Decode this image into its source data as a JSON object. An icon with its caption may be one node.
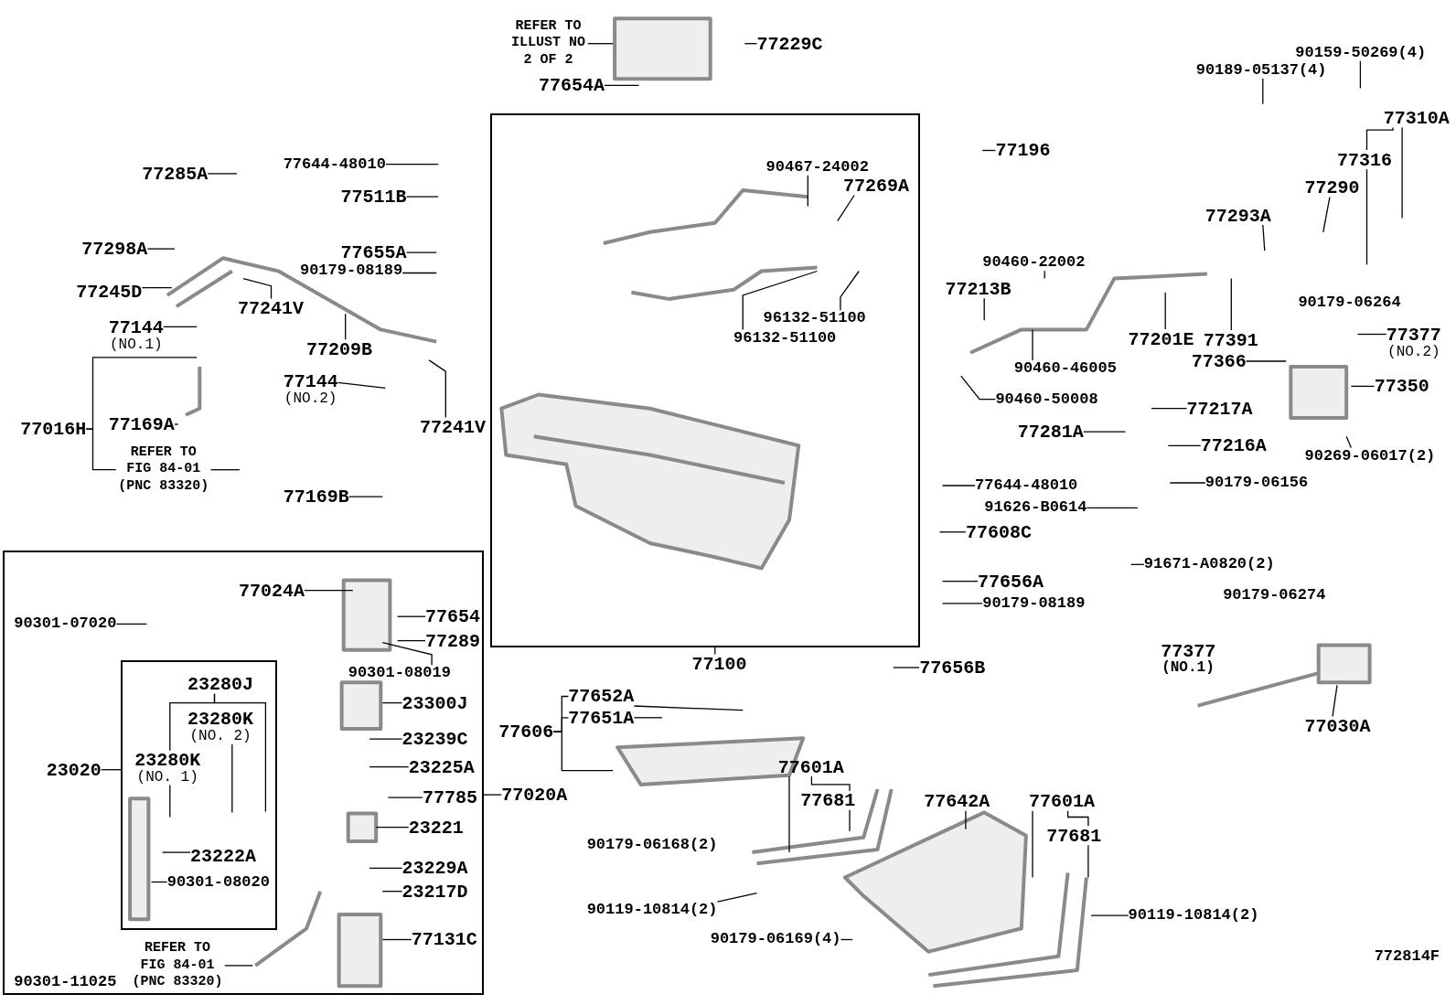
{
  "diagram": {
    "nodes": [
      {
        "text": [
          "REFER TO ILLUST NO 2 OF 2"
        ]
      },
      {
        "text": [
          "77229C"
        ]
      },
      {
        "text": [
          "77654A"
        ]
      },
      {
        "text": [],
        "shape": "box"
      },
      {
        "text": [
          "90467-24002"
        ],
        "in": 3
      },
      {
        "text": [
          "77269A"
        ],
        "in": 3
      },
      {
        "text": [
          "96132-51100"
        ],
        "in": 3
      },
      {
        "text": [
          "96132-51100"
        ],
        "in": 3
      },
      {
        "text": [
          "77100"
        ]
      },
      {
        "text": [
          "77285A"
        ]
      },
      {
        "text": [
          "77644-48010"
        ]
      },
      {
        "text": [
          "77511B"
        ]
      },
      {
        "text": [
          "77298A"
        ]
      },
      {
        "text": [
          "77655A"
        ]
      },
      {
        "text": [
          "90179-08189"
        ]
      },
      {
        "text": [
          "77245D"
        ]
      },
      {
        "text": [
          "77241V"
        ]
      },
      {
        "text": [
          "77209B"
        ]
      },
      {
        "text": [
          "77144",
          "(NO.1)"
        ]
      },
      {
        "text": [
          "77016H"
        ]
      },
      {
        "text": [
          "REFER TO FIG 84-01 (PNC 83320)"
        ]
      },
      {
        "text": [
          "77169A"
        ]
      },
      {
        "text": [
          "77144",
          "(NO.2)"
        ]
      },
      {
        "text": [
          "77241V"
        ]
      },
      {
        "text": [
          "77169B"
        ]
      },
      {
        "text": [
          "77196"
        ]
      },
      {
        "text": [
          "90159-50269(4)"
        ]
      },
      {
        "text": [
          "90189-05137(4)"
        ]
      },
      {
        "text": [
          "77310A"
        ]
      },
      {
        "text": [
          "77316"
        ]
      },
      {
        "text": [
          "77290"
        ]
      },
      {
        "text": [
          "77293A"
        ]
      },
      {
        "text": [
          "90460-22002"
        ]
      },
      {
        "text": [
          "77213B"
        ]
      },
      {
        "text": [
          "77201E"
        ]
      },
      {
        "text": [
          "77391"
        ]
      },
      {
        "text": [
          "77377",
          "(NO.2)"
        ]
      },
      {
        "text": [
          "90460-46005"
        ]
      },
      {
        "text": [
          "77366"
        ]
      },
      {
        "text": [
          "77350"
        ]
      },
      {
        "text": [
          "90460-50008"
        ]
      },
      {
        "text": [
          "77217A"
        ]
      },
      {
        "text": [
          "77281A"
        ]
      },
      {
        "text": [
          "77216A"
        ]
      },
      {
        "text": [
          "90269-06017(2)"
        ]
      },
      {
        "text": [
          "90179-06156"
        ]
      },
      {
        "text": [
          "77644-48010"
        ]
      },
      {
        "text": [
          "91626-B0614"
        ]
      },
      {
        "text": [
          "77608C"
        ]
      },
      {
        "text": [
          "91671-A0820(2)"
        ]
      },
      {
        "text": [
          "77656A"
        ]
      },
      {
        "text": [
          "90179-08189"
        ]
      },
      {
        "text": [
          "77656B"
        ]
      },
      {
        "text": [
          "77030A"
        ]
      },
      {
        "text": [],
        "shape": "box"
      },
      {
        "text": [
          "77024A"
        ],
        "in": 54
      },
      {
        "text": [
          "77654"
        ],
        "in": 54
      },
      {
        "text": [
          "77289"
        ],
        "in": 54
      },
      {
        "text": [
          "90301-08019"
        ],
        "in": 54
      },
      {
        "text": [
          "90301-07020"
        ],
        "in": 54
      },
      {
        "text": [
          "23020"
        ],
        "in": 54
      },
      {
        "text": [],
        "shape": "box",
        "in": 54
      },
      {
        "text": [
          "23280J"
        ],
        "in": 61
      },
      {
        "text": [
          "23280K",
          "(NO. 2)"
        ],
        "in": 61
      },
      {
        "text": [
          "23280K",
          "(NO. 1)"
        ],
        "in": 61
      },
      {
        "text": [
          "23222A"
        ],
        "in": 61
      },
      {
        "text": [
          "90301-08020"
        ],
        "in": 61
      },
      {
        "text": [
          "23300J"
        ],
        "in": 54
      },
      {
        "text": [
          "23239C"
        ],
        "in": 54
      },
      {
        "text": [
          "23225A"
        ],
        "in": 54
      },
      {
        "text": [
          "77785"
        ],
        "in": 54
      },
      {
        "text": [
          "23221"
        ],
        "in": 54
      },
      {
        "text": [
          "23229A"
        ],
        "in": 54
      },
      {
        "text": [
          "23217D"
        ],
        "in": 54
      },
      {
        "text": [
          "77131C"
        ],
        "in": 54
      },
      {
        "text": [
          "REFER TO FIG 84-01 (PNC 83320)"
        ],
        "in": 54
      },
      {
        "text": [
          "77020A"
        ]
      },
      {
        "text": [
          "77652A"
        ]
      },
      {
        "text": [
          "77651A"
        ]
      },
      {
        "text": [
          "77606"
        ]
      },
      {
        "text": [
          "77601A"
        ]
      },
      {
        "text": [
          "77681"
        ]
      },
      {
        "text": [
          "90119-10814(2)"
        ]
      },
      {
        "text": [
          "90179-06169(4)"
        ]
      },
      {
        "text": [
          "77642A"
        ]
      },
      {
        "text": [
          "77601A"
        ]
      },
      {
        "text": [
          "77681"
        ]
      },
      {
        "text": [
          "90119-10814(2)"
        ]
      }
    ],
    "edges": [
      {
        "from": 0,
        "to": null,
        "arrow": "none"
      },
      {
        "from": 1,
        "to": null,
        "arrow": "none"
      },
      {
        "from": 2,
        "to": null,
        "arrow": "none"
      },
      {
        "from": 4,
        "to": null,
        "arrow": "none"
      },
      {
        "from": 5,
        "to": null,
        "arrow": "none"
      },
      {
        "from": 6,
        "to": null,
        "arrow": "none"
      },
      {
        "from": 7,
        "to": null,
        "arrow": "none"
      },
      {
        "from": 8,
        "to": 3,
        "arrow": "none"
      },
      {
        "from": 9,
        "to": null,
        "arrow": "none"
      },
      {
        "from": 10,
        "to": null,
        "arrow": "none"
      },
      {
        "from": 11,
        "to": null,
        "arrow": "none"
      },
      {
        "from": 12,
        "to": null,
        "arrow": "none"
      },
      {
        "from": 13,
        "to": null,
        "arrow": "none"
      },
      {
        "from": 14,
        "to": null,
        "arrow": "none"
      },
      {
        "from": 15,
        "to": null,
        "arrow": "none"
      },
      {
        "from": 16,
        "to": null,
        "arrow": "none"
      },
      {
        "from": 17,
        "to": null,
        "arrow": "none"
      },
      {
        "from": 18,
        "to": null,
        "arrow": "none"
      },
      {
        "from": 19,
        "to": null,
        "arrow": "none"
      },
      {
        "from": 19,
        "to": 20,
        "arrow": "none"
      },
      {
        "from": 20,
        "to": null,
        "arrow": "none"
      },
      {
        "from": 21,
        "to": null,
        "arrow": "none"
      },
      {
        "from": 22,
        "to": null,
        "arrow": "none"
      },
      {
        "from": 23,
        "to": null,
        "arrow": "none"
      },
      {
        "from": 24,
        "to": null,
        "arrow": "none"
      },
      {
        "from": 25,
        "to": null,
        "arrow": "none"
      },
      {
        "from": 26,
        "to": null,
        "arrow": "none"
      },
      {
        "from": 27,
        "to": null,
        "arrow": "none"
      },
      {
        "from": 28,
        "to": null,
        "arrow": "none"
      },
      {
        "from": 28,
        "to": 29,
        "arrow": "none"
      },
      {
        "from": 29,
        "to": null,
        "arrow": "none"
      },
      {
        "from": 30,
        "to": null,
        "arrow": "none"
      },
      {
        "from": 31,
        "to": null,
        "arrow": "none"
      },
      {
        "from": 32,
        "to": null,
        "arrow": "none"
      },
      {
        "from": 33,
        "to": null,
        "arrow": "none"
      },
      {
        "from": 34,
        "to": null,
        "arrow": "none"
      },
      {
        "from": 35,
        "to": null,
        "arrow": "none"
      },
      {
        "from": 36,
        "to": null,
        "arrow": "none"
      },
      {
        "from": 37,
        "to": null,
        "arrow": "none"
      },
      {
        "from": 38,
        "to": null,
        "arrow": "none"
      },
      {
        "from": 39,
        "to": null,
        "arrow": "none"
      },
      {
        "from": 40,
        "to": null,
        "arrow": "none"
      },
      {
        "from": 41,
        "to": null,
        "arrow": "none"
      },
      {
        "from": 42,
        "to": null,
        "arrow": "none"
      },
      {
        "from": 43,
        "to": null,
        "arrow": "none"
      },
      {
        "from": 44,
        "to": null,
        "arrow": "none"
      },
      {
        "from": 45,
        "to": null,
        "arrow": "none"
      },
      {
        "from": 46,
        "to": null,
        "arrow": "none"
      },
      {
        "from": 47,
        "to": null,
        "arrow": "none"
      },
      {
        "from": 48,
        "to": null,
        "arrow": "none"
      },
      {
        "from": 49,
        "to": null,
        "arrow": "none"
      },
      {
        "from": 50,
        "to": null,
        "arrow": "none"
      },
      {
        "from": 51,
        "to": null,
        "arrow": "none"
      },
      {
        "from": 52,
        "to": null,
        "arrow": "none"
      },
      {
        "from": 53,
        "to": null,
        "arrow": "none"
      },
      {
        "from": 55,
        "to": null,
        "arrow": "none"
      },
      {
        "from": 56,
        "to": null,
        "arrow": "none"
      },
      {
        "from": 57,
        "to": null,
        "arrow": "none"
      },
      {
        "from": 58,
        "to": null,
        "arrow": "none"
      },
      {
        "from": 59,
        "to": null,
        "arrow": "none"
      },
      {
        "from": 60,
        "to": 61,
        "arrow": "none"
      },
      {
        "from": 62,
        "to": 64,
        "arrow": "none"
      },
      {
        "from": 62,
        "to": null,
        "arrow": "none"
      },
      {
        "from": 63,
        "to": null,
        "arrow": "none"
      },
      {
        "from": 64,
        "to": null,
        "arrow": "none"
      },
      {
        "from": 65,
        "to": null,
        "arrow": "none"
      },
      {
        "from": 66,
        "to": null,
        "arrow": "none"
      },
      {
        "from": 67,
        "to": null,
        "arrow": "none"
      },
      {
        "from": 68,
        "to": null,
        "arrow": "none"
      },
      {
        "from": 69,
        "to": null,
        "arrow": "none"
      },
      {
        "from": 70,
        "to": null,
        "arrow": "none"
      },
      {
        "from": 71,
        "to": null,
        "arrow": "none"
      },
      {
        "from": 72,
        "to": null,
        "arrow": "none"
      },
      {
        "from": 73,
        "to": null,
        "arrow": "none"
      },
      {
        "from": 74,
        "to": null,
        "arrow": "none"
      },
      {
        "from": 75,
        "to": null,
        "arrow": "none"
      },
      {
        "from": 76,
        "to": 54,
        "arrow": "none"
      },
      {
        "from": 77,
        "to": null,
        "arrow": "none"
      },
      {
        "from": 78,
        "to": null,
        "arrow": "none"
      },
      {
        "from": 79,
        "to": 77,
        "arrow": "none"
      },
      {
        "from": 79,
        "to": 78,
        "arrow": "none"
      },
      {
        "from": 79,
        "to": null,
        "arrow": "none"
      },
      {
        "from": 80,
        "to": null,
        "arrow": "none"
      },
      {
        "from": 80,
        "to": 81,
        "arrow": "none"
      },
      {
        "from": 81,
        "to": null,
        "arrow": "none"
      },
      {
        "from": 82,
        "to": null,
        "arrow": "none"
      },
      {
        "from": 83,
        "to": null,
        "arrow": "none"
      },
      {
        "from": 84,
        "to": null,
        "arrow": "none"
      },
      {
        "from": 85,
        "to": null,
        "arrow": "none"
      },
      {
        "from": 85,
        "to": 86,
        "arrow": "none"
      },
      {
        "from": 86,
        "to": null,
        "arrow": "none"
      },
      {
        "from": 87,
        "to": null,
        "arrow": "none"
      }
    ],
    "labels": [
      "90179-06264",
      "90179-06274",
      "77377",
      "(NO.1)",
      "90179-06168(2)",
      "90301-11025",
      "772814F"
    ]
  }
}
